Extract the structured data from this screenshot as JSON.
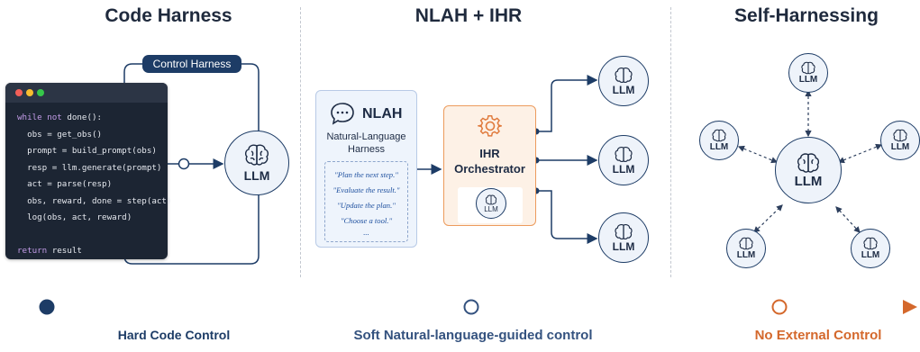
{
  "headings": {
    "code_harness": "Code Harness",
    "nlah_ihr": "NLAH + IHR",
    "self_harnessing": "Self-Harnessing"
  },
  "code_harness": {
    "control_label": "Control Harness",
    "code_lines": [
      "obs = get_obs()",
      "prompt = build_prompt(obs)",
      "resp = llm.generate(prompt)",
      "act = parse(resp)",
      "obs, reward, done = step(act)",
      "log(obs, act, reward)"
    ],
    "loop_keyword": "while not",
    "loop_rest": " done():",
    "return_keyword": "return",
    "return_rest": " result",
    "llm_label": "LLM"
  },
  "nlah": {
    "title": "NLAH",
    "subtitle_1": "Natural-Language",
    "subtitle_2": "Harness",
    "prompts": [
      "\"Plan the next step.\"",
      "\"Evaluate the result.\"",
      "\"Update the plan.\"",
      "\"Choose a tool.\"",
      "..."
    ]
  },
  "ihr": {
    "title_1": "IHR",
    "title_2": "Orchestrator",
    "inner_llm": "LLM",
    "outputs": [
      "LLM",
      "LLM",
      "LLM"
    ]
  },
  "self": {
    "center": "LLM",
    "satellites": [
      "LLM",
      "LLM",
      "LLM",
      "LLM",
      "LLM"
    ]
  },
  "timeline": {
    "hard": "Hard Code Control",
    "soft": "Soft Natural-language-guided control",
    "none": "No External Control",
    "colors": {
      "hard": "#1d3c66",
      "soft": "#34527f",
      "none": "#d4682c"
    }
  }
}
